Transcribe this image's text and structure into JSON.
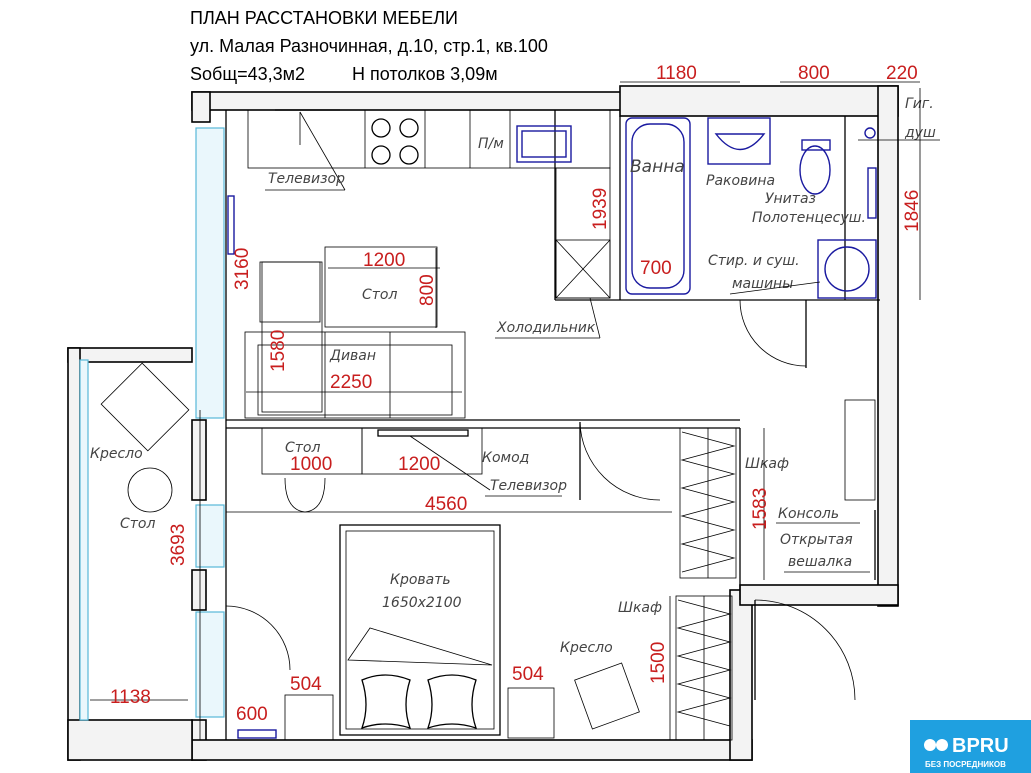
{
  "header": {
    "title": "ПЛАН РАССТАНОВКИ МЕБЕЛИ",
    "address": "ул. Малая Разночинная, д.10, стр.1, кв.100",
    "area": "Sобщ=43,3м2",
    "ceiling": "Н потолков 3,09м"
  },
  "dimensions": {
    "d1180": "1180",
    "d800_top": "800",
    "d220": "220",
    "d1846": "1846",
    "d3160": "3160",
    "d1200_table": "1200",
    "d800_table": "800",
    "d1939": "1939",
    "d700": "700",
    "d1580": "1580",
    "d2250": "2250",
    "d1000": "1000",
    "d1200_dresser": "1200",
    "d4560": "4560",
    "d3693": "3693",
    "d1583": "1583",
    "d1500": "1500",
    "d504_left": "504",
    "d504_right": "504",
    "d600": "600",
    "d1138": "1138"
  },
  "labels": {
    "hyg": "Гиг.",
    "shower": "душ",
    "bath": "Ванна",
    "sink": "Раковина",
    "toilet": "Унитаз",
    "towel": "Полотенцесуш.",
    "washer1": "Стир. и суш.",
    "washer2": "машины",
    "tv1": "Телевизор",
    "hob": "П/м",
    "table1": "Стол",
    "fridge": "Холодильник",
    "sofa": "Диван",
    "chair_balcony": "Кресло",
    "table_balcony": "Стол",
    "table2": "Стол",
    "dresser": "Комод",
    "tv2": "Телевизор",
    "wardrobe1": "Шкаф",
    "console": "Консоль",
    "hanger1": "Открытая",
    "hanger2": "вешалка",
    "bed": "Кровать",
    "bed_size": "1650х2100",
    "wardrobe2": "Шкаф",
    "chair2": "Кресло"
  },
  "logo": {
    "text": "BPRU",
    "sub": "БЕЗ ПОСРЕДНИКОВ"
  },
  "colors": {
    "dimension": "#c81e1e",
    "fixture": "#1a1aa0",
    "window": "#57b8d8",
    "logo": "#1fa0e0"
  }
}
